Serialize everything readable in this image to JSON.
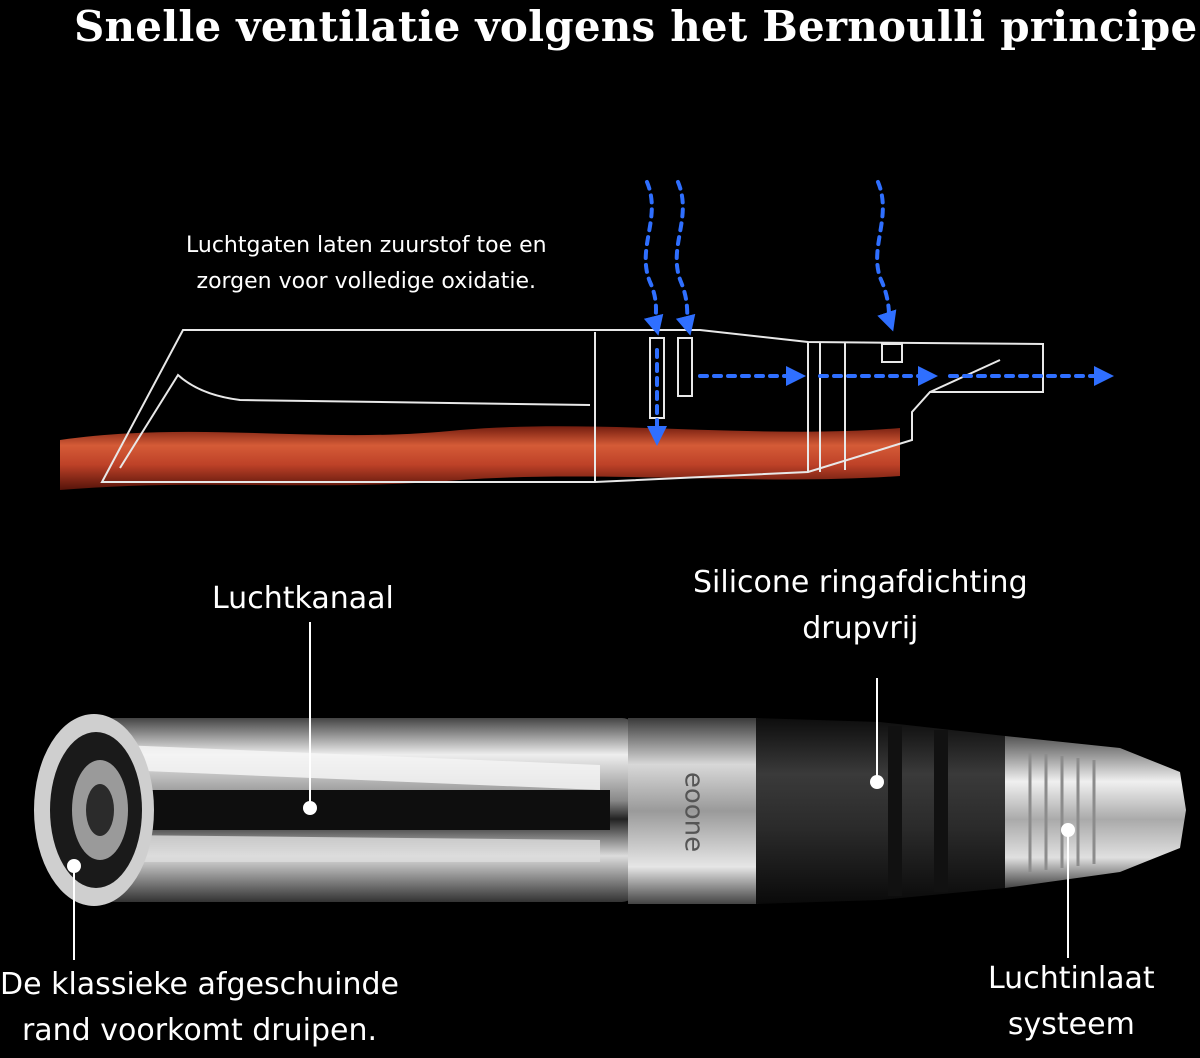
{
  "title": "Snelle ventilatie volgens het Bernoulli principe",
  "annotations": {
    "air_holes_line1": "Luchtgaten laten zuurstof toe en",
    "air_holes_line2": "zorgen voor volledige oxidatie.",
    "air_channel": "Luchtkanaal",
    "seal_line1": "Silicone ringafdichting",
    "seal_line2": "drupvrij",
    "edge_line1": "De klassieke afgeschuinde",
    "edge_line2": "rand voorkomt druipen.",
    "inlet_line1": "Luchtinlaat",
    "inlet_line2": "systeem"
  },
  "product_brand_mark": "eoone",
  "colors": {
    "background": "#000000",
    "text": "#ffffff",
    "airflow_arrow": "#2f6fff",
    "wine": "#d9502c",
    "outline": "#e8e8e8"
  },
  "icons": [
    "airflow-arrow-icon"
  ]
}
